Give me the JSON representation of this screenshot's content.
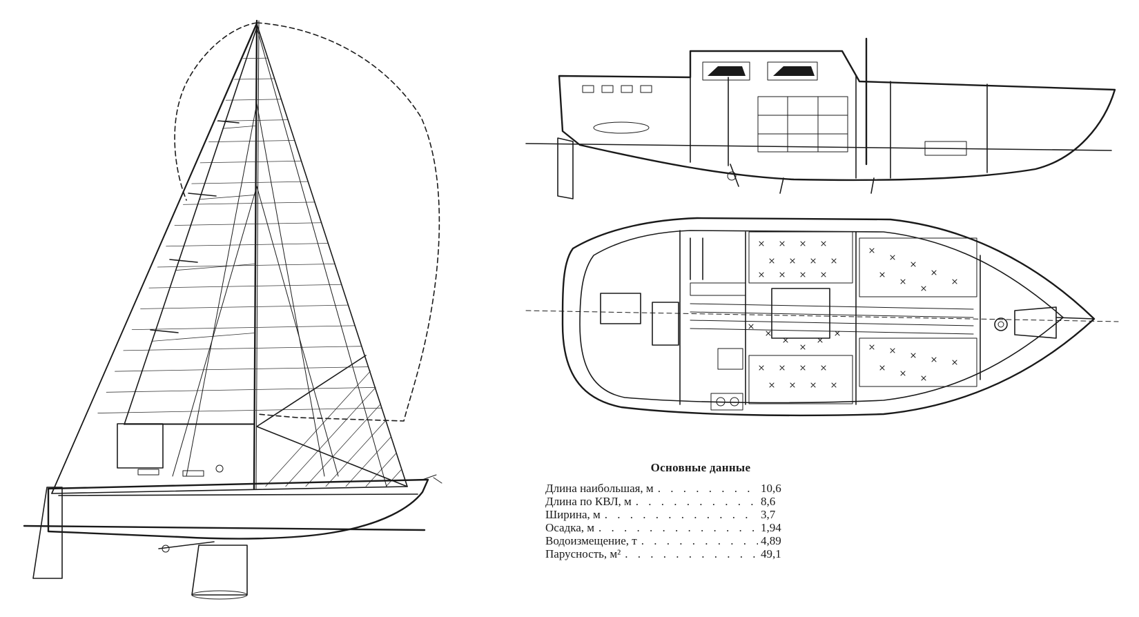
{
  "specs": {
    "title": "Основные данные",
    "rows": [
      {
        "label": "Длина наибольшая, м",
        "value": "10,6"
      },
      {
        "label": "Длина по КВЛ, м",
        "value": "8,6"
      },
      {
        "label": "Ширина, м",
        "value": "3,7"
      },
      {
        "label": "Осадка, м",
        "value": "1,94"
      },
      {
        "label": "Водоизмещение, т",
        "value": "4,89"
      },
      {
        "label": "Парусность, м²",
        "value": "49,1"
      }
    ],
    "leader": ". . . . . . . . . . . . . . . . . . . . ."
  },
  "colors": {
    "ink": "#1a1a1a",
    "paper": "#ffffff"
  }
}
